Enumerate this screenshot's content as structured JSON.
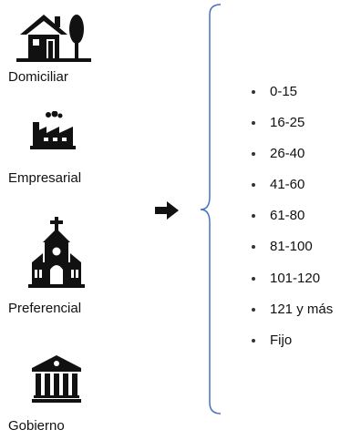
{
  "categories": [
    {
      "label": "Domiciliar",
      "icon": "house-icon"
    },
    {
      "label": "Empresarial",
      "icon": "factory-icon"
    },
    {
      "label": "Preferencial",
      "icon": "church-icon"
    },
    {
      "label": "Gobierno",
      "icon": "government-building-icon"
    }
  ],
  "arrow_icon": "right-arrow-icon",
  "ranges": [
    "0-15",
    "16-25",
    "26-40",
    "41-60",
    "61-80",
    "81-100",
    "101-120",
    "121 y más",
    "Fijo"
  ],
  "colors": {
    "brace": "#4472C4",
    "icon": "#111111"
  }
}
